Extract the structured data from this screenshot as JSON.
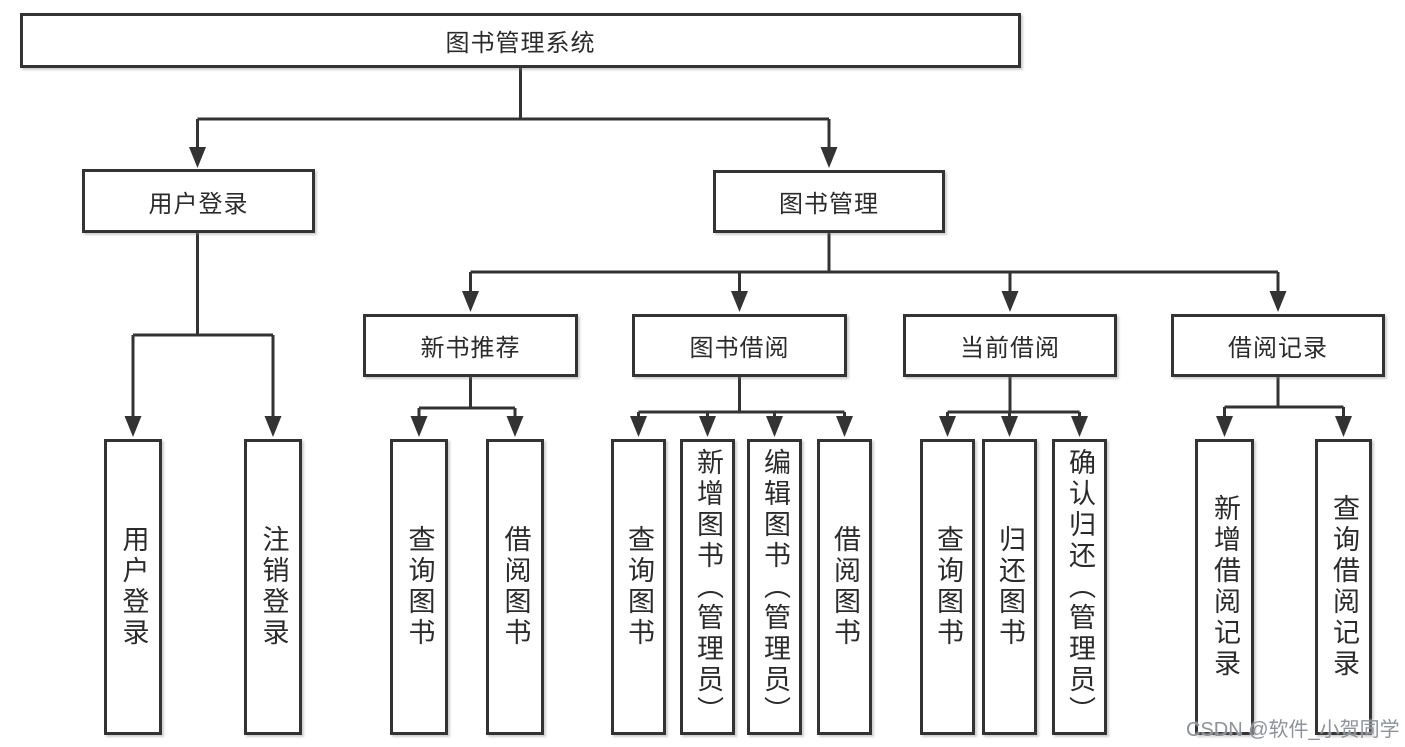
{
  "diagram_title": "图书管理系统",
  "nodes": {
    "root": "图书管理系统",
    "user_login": "用户登录",
    "book_mgmt": "图书管理",
    "new_book_rec": "新书推荐",
    "book_borrow": "图书借阅",
    "current_borrow": "当前借阅",
    "borrow_record": "借阅记录",
    "ul_login": "用户登录",
    "ul_logout": "注销登录",
    "nb_query": "查询图书",
    "nb_borrow": "借阅图书",
    "bb_query": "查询图书",
    "bb_add": "新增图书（管理员）",
    "bb_edit": "编辑图书（管理员）",
    "bb_borrow": "借阅图书",
    "cb_query": "查询图书",
    "cb_return": "归还图书",
    "cb_confirm": "确认归还（管理员）",
    "br_add": "新增借阅记录",
    "br_query": "查询借阅记录"
  },
  "edges": [
    {
      "from": "图书管理系统",
      "to": "用户登录"
    },
    {
      "from": "图书管理系统",
      "to": "图书管理"
    },
    {
      "from": "用户登录",
      "to": "用户登录"
    },
    {
      "from": "用户登录",
      "to": "注销登录"
    },
    {
      "from": "图书管理",
      "to": "新书推荐"
    },
    {
      "from": "图书管理",
      "to": "图书借阅"
    },
    {
      "from": "图书管理",
      "to": "当前借阅"
    },
    {
      "from": "图书管理",
      "to": "借阅记录"
    },
    {
      "from": "新书推荐",
      "to": "查询图书"
    },
    {
      "from": "新书推荐",
      "to": "借阅图书"
    },
    {
      "from": "图书借阅",
      "to": "查询图书"
    },
    {
      "from": "图书借阅",
      "to": "新增图书（管理员）"
    },
    {
      "from": "图书借阅",
      "to": "编辑图书（管理员）"
    },
    {
      "from": "图书借阅",
      "to": "借阅图书"
    },
    {
      "from": "当前借阅",
      "to": "查询图书"
    },
    {
      "from": "当前借阅",
      "to": "归还图书"
    },
    {
      "from": "当前借阅",
      "to": "确认归还（管理员）"
    },
    {
      "from": "借阅记录",
      "to": "新增借阅记录"
    },
    {
      "from": "借阅记录",
      "to": "查询借阅记录"
    }
  ],
  "watermark": "CSDN @软件_小贺同学",
  "colors": {
    "background": "#ffffff",
    "line": "#333333",
    "box_border": "#333333",
    "text": "#2b2b2b",
    "watermark": "#8d939a"
  }
}
